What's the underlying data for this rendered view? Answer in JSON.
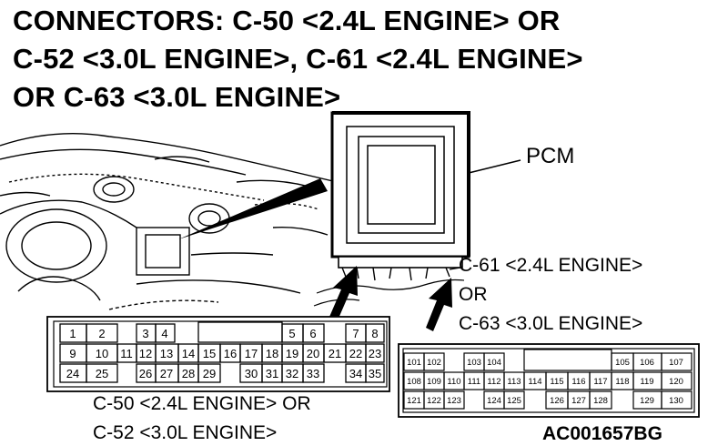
{
  "title_lines": [
    "CONNECTORS: C-50 <2.4L ENGINE> OR",
    "C-52 <3.0L ENGINE>, C-61 <2.4L ENGINE>",
    "OR C-63 <3.0L ENGINE>"
  ],
  "labels": {
    "pcm": "PCM",
    "right_conn_1": "C-61 <2.4L ENGINE>",
    "right_conn_or": "OR",
    "right_conn_2": "C-63 <3.0L ENGINE>",
    "left_conn_1": "C-50 <2.4L ENGINE> OR",
    "left_conn_2": "C-52 <3.0L ENGINE>",
    "figure_code": "AC001657BG"
  },
  "left_connector_pins": {
    "row1": [
      "1",
      "2",
      "3",
      "4",
      "5",
      "6",
      "7",
      "8"
    ],
    "row2": [
      "9",
      "10",
      "11",
      "12",
      "13",
      "14",
      "15",
      "16",
      "17",
      "18",
      "19",
      "20",
      "21",
      "22",
      "23"
    ],
    "row3": [
      "24",
      "25",
      "26",
      "27",
      "28",
      "29",
      "30",
      "31",
      "32",
      "33",
      "34",
      "35"
    ]
  },
  "right_connector_pins": {
    "row1": [
      "101",
      "102",
      "103",
      "104",
      "105",
      "106",
      "107"
    ],
    "row2": [
      "108",
      "109",
      "110",
      "111",
      "112",
      "113",
      "114",
      "115",
      "116",
      "117",
      "118",
      "119",
      "120"
    ],
    "row3": [
      "121",
      "122",
      "123",
      "124",
      "125",
      "126",
      "127",
      "128",
      "129",
      "130"
    ]
  }
}
